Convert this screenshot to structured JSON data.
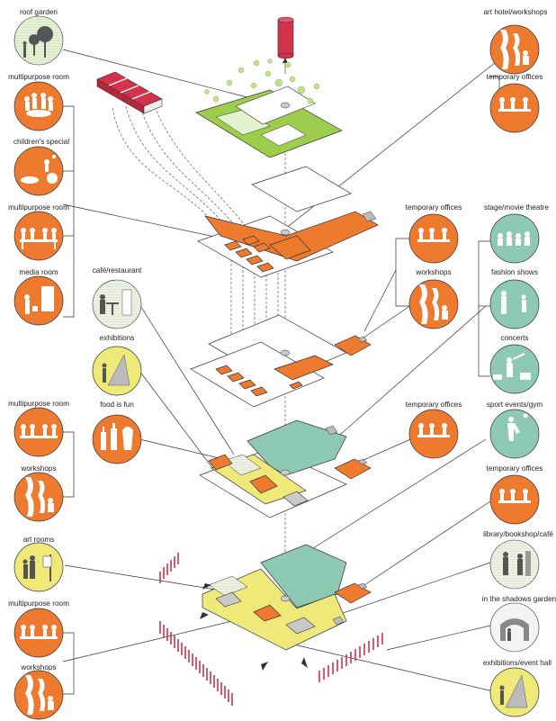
{
  "colors": {
    "orange": "#ee7a30",
    "yellow": "#efe97a",
    "teal": "#8ec9b4",
    "green": "#9ccd4c",
    "striped_green": "#d7ebc5",
    "red": "#d2324a"
  },
  "left_labels": {
    "roof_garden": "roof garden",
    "multipurpose_room_1": "multipurpose room",
    "childrens_special": "children's special",
    "multipurpose_room_2": "multipurpose room",
    "media_room": "media room",
    "multipurpose_room_3": "multipurpose room",
    "workshops_1": "workshops",
    "art_rooms": "art rooms",
    "multipurpose_room_4": "multipurpose room",
    "workshops_2": "workshops"
  },
  "center_labels": {
    "cafe_restaurant": "café/restaurant",
    "exhibitions": "exhibitions",
    "food_is_fun": "food is fun"
  },
  "mid_right_labels": {
    "temporary_offices_1": "temporary offices",
    "workshops": "workshops",
    "temporary_offices_2": "temporary offices"
  },
  "right_labels": {
    "art_hotel_workshops": "art hotel/workshops",
    "temporary_offices_1": "temporary offices",
    "stage_movie_theatre": "stage/movie theatre",
    "fashion_shows": "fashion shows",
    "concerts": "concerts",
    "sport_events_gym": "sport events/gym",
    "temporary_offices_2": "temporary offices",
    "library_bookshop_cafe": "library/bookshop/café",
    "in_the_shadows_garden": "in the shadows garden",
    "exhibitions_event_hall": "exhibitions/event hall"
  }
}
